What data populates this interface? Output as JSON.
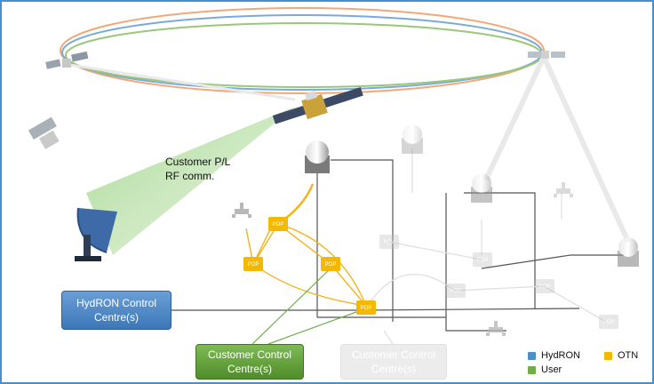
{
  "rf_label": {
    "line1": "Customer P/L",
    "line2": "RF comm."
  },
  "boxes": {
    "hydron_control": {
      "line1": "HydRON Control",
      "line2": "Centre(s)"
    },
    "customer_control": {
      "line1": "Customer Control",
      "line2": "Centre(s)"
    },
    "customer_control_faded": {
      "line1": "Customer Control",
      "line2": "Centre(s)"
    }
  },
  "pop_label": "POP",
  "legend": [
    {
      "label": "HydRON",
      "color": "#4a90c8"
    },
    {
      "label": "OTN",
      "color": "#f5b800"
    },
    {
      "label": "User",
      "color": "#70ad47"
    }
  ],
  "colors": {
    "hydron": "#4a90c8",
    "otn": "#f5b800",
    "user": "#70ad47",
    "ring_orange": "#f0a878"
  }
}
